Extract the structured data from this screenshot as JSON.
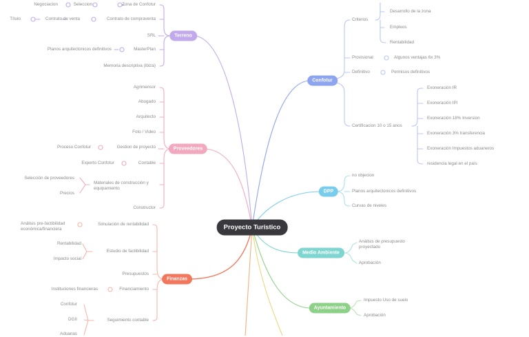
{
  "center": "Proyecto Turístico",
  "terreno": {
    "title": "Terreno",
    "negociacion": "Negociacion",
    "seleccion": "Seleccion",
    "zona": "Zona de Confotur",
    "titulo": "Título",
    "contrato_venta": "Contrato de venta",
    "contrato_comp": "Contrato de compraventa",
    "srl": "SRL",
    "planos": "Planos arquitectonicos definitivos",
    "masterplan": "MasterPlan",
    "memoria": "Memoria descriptiva (Ibiza)"
  },
  "proveedores": {
    "title": "Proveedores",
    "agrimensor": "Agrimensor",
    "abogado": "Abogado",
    "arquitecto": "Arquitecto",
    "foto": "Foto / Video",
    "proceso": "Proceso Confotur",
    "gestion": "Gestion de proyecto",
    "experto": "Experto Confotur",
    "contable": "Contable",
    "seleccion_prov": "Selección de proveedores",
    "precios": "Precios",
    "materiales": "Materiales de construcción y equipamiento",
    "constructor": "Constructor"
  },
  "finanzas": {
    "title": "Finanzas",
    "analisis": "Análisis pre-factibilidad económica/financiera",
    "simulacion": "Simulación de rentabilidad",
    "rentabilidad": "Rentabilidad",
    "estudio": "Estudio de factibilidad",
    "impacto": "Impacto social",
    "presupuestos": "Presupuestos",
    "instituciones": "Instituciones financieras",
    "financiamiento": "Financiamiento",
    "confotur": "Confotur",
    "dgii": "DGII",
    "aduanas": "Aduanas",
    "seguimiento": "Seguimiento contable"
  },
  "confotur": {
    "title": "Confotur",
    "criterios": "Criterios",
    "desarrollo": "Desarrollo de la zona",
    "empleos": "Empleos",
    "rentabilidad": "Rentabilidad",
    "provisional": "Provisional",
    "ventajas": "Algunos ventajas 6x 3%",
    "definitivo": "Definitivo",
    "permisos": "Permisos definitivos",
    "certificacion": "Certificacion 10 o 15 anos",
    "exo_ir": "Exoneración IR",
    "exo_ipi": "Exoneración IPI",
    "exo_inv": "Exoneración 18% Inversion",
    "exo_transf": "Exoneración 3% transferencia",
    "exo_imp": "Exoneración Impuestos aduaneros",
    "residencia": "residencia legal en el país"
  },
  "dpp": {
    "title": "DPP",
    "no_objecion": "no objecion",
    "planos": "Planos arquitectonicos definitivos",
    "curvas": "Curvas de niveles"
  },
  "medio": {
    "title": "Medio Ambiente",
    "analisis": "Análisis de presupuesto proyectado",
    "aprobacion": "Aprobación"
  },
  "ayuntamiento": {
    "title": "Ayuntamiento",
    "impuesto": "Impuesto Uso de suelo",
    "aprobacion": "Aprobación"
  },
  "colors": {
    "terreno": "#c1a9ec",
    "proveedores": "#f2a9bf",
    "finanzas": "#f2785d",
    "confotur": "#8da4ee",
    "dpp": "#79cdec",
    "medio": "#7fd6d0",
    "ayuntamiento": "#8dd087",
    "yellow": "#ecd67a"
  }
}
